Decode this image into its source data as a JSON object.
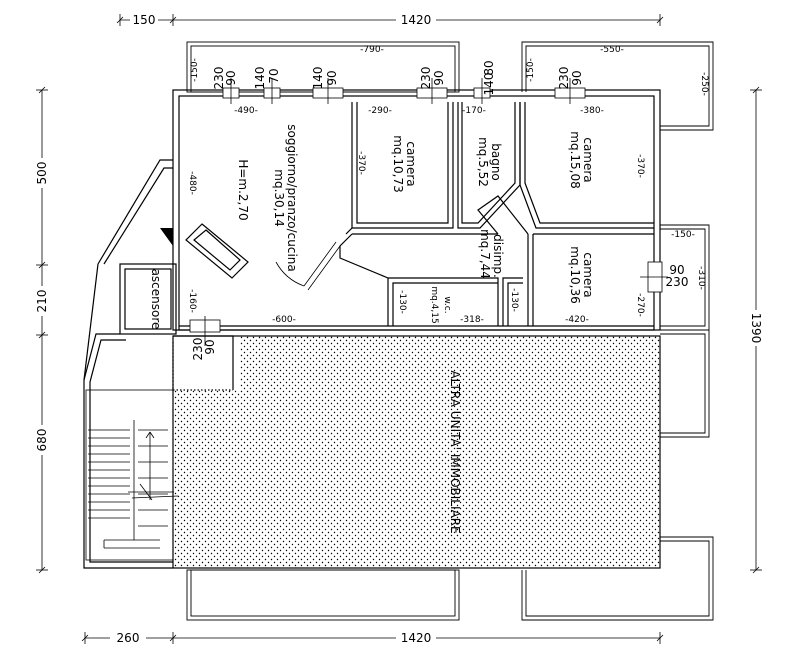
{
  "dimensions": {
    "top_left": "150",
    "top_main": "1420",
    "bottom_left": "260",
    "bottom_main": "1420",
    "left_upper": "500",
    "left_middle": "210",
    "left_lower": "680",
    "right_total": "1390"
  },
  "rooms": {
    "living": {
      "name": "soggiorno/pranzo/cucina",
      "area": "mq.30,14",
      "height": "H=m.2,70"
    },
    "camera1": {
      "name": "camera",
      "area": "mq.10,73"
    },
    "bagno": {
      "name": "bagno",
      "area": "mq.5,52"
    },
    "camera2": {
      "name": "camera",
      "area": "mq.15,08"
    },
    "disimp": {
      "name": "disimp.",
      "area": "mq.7,44"
    },
    "camera3": {
      "name": "camera",
      "area": "mq.10,36"
    },
    "wc": {
      "name": "w.c.",
      "area": "mq.4,15"
    },
    "ascensore": {
      "name": "ascensore"
    },
    "other_unit": {
      "name": "ALTRA UNITA' IMMOBILIARE"
    }
  },
  "labels": {
    "balc_left_150": "-150-",
    "balc_left_790": "-790-",
    "balc_right_150": "-150-",
    "balc_right_550": "-550-",
    "balc_right_250": "-250-",
    "win_230_a": "230",
    "win_90_a": "90",
    "win_140_a": "140",
    "win_70": "70",
    "win_140_b": "140",
    "win_90_b": "90",
    "win_230_b": "230",
    "win_90_c": "90",
    "win_80": "80",
    "win_140_c": "140",
    "win_230_c": "230",
    "win_90_d": "90",
    "int_490": "-490-",
    "int_290": "-290-",
    "int_170": "-170-",
    "int_380": "-380-",
    "int_480": "-480-",
    "int_370_a": "-370-",
    "int_370_b": "-370-",
    "int_160": "-160-",
    "int_600": "-600-",
    "int_130_a": "-130-",
    "int_318": "-318-",
    "int_130_b": "-130-",
    "int_420": "-420-",
    "int_270": "-270-",
    "int_150_r": "-150-",
    "int_310": "-310-",
    "door_90_r": "90",
    "door_230_r": "230",
    "door_90_e": "90",
    "door_230_e": "230"
  }
}
